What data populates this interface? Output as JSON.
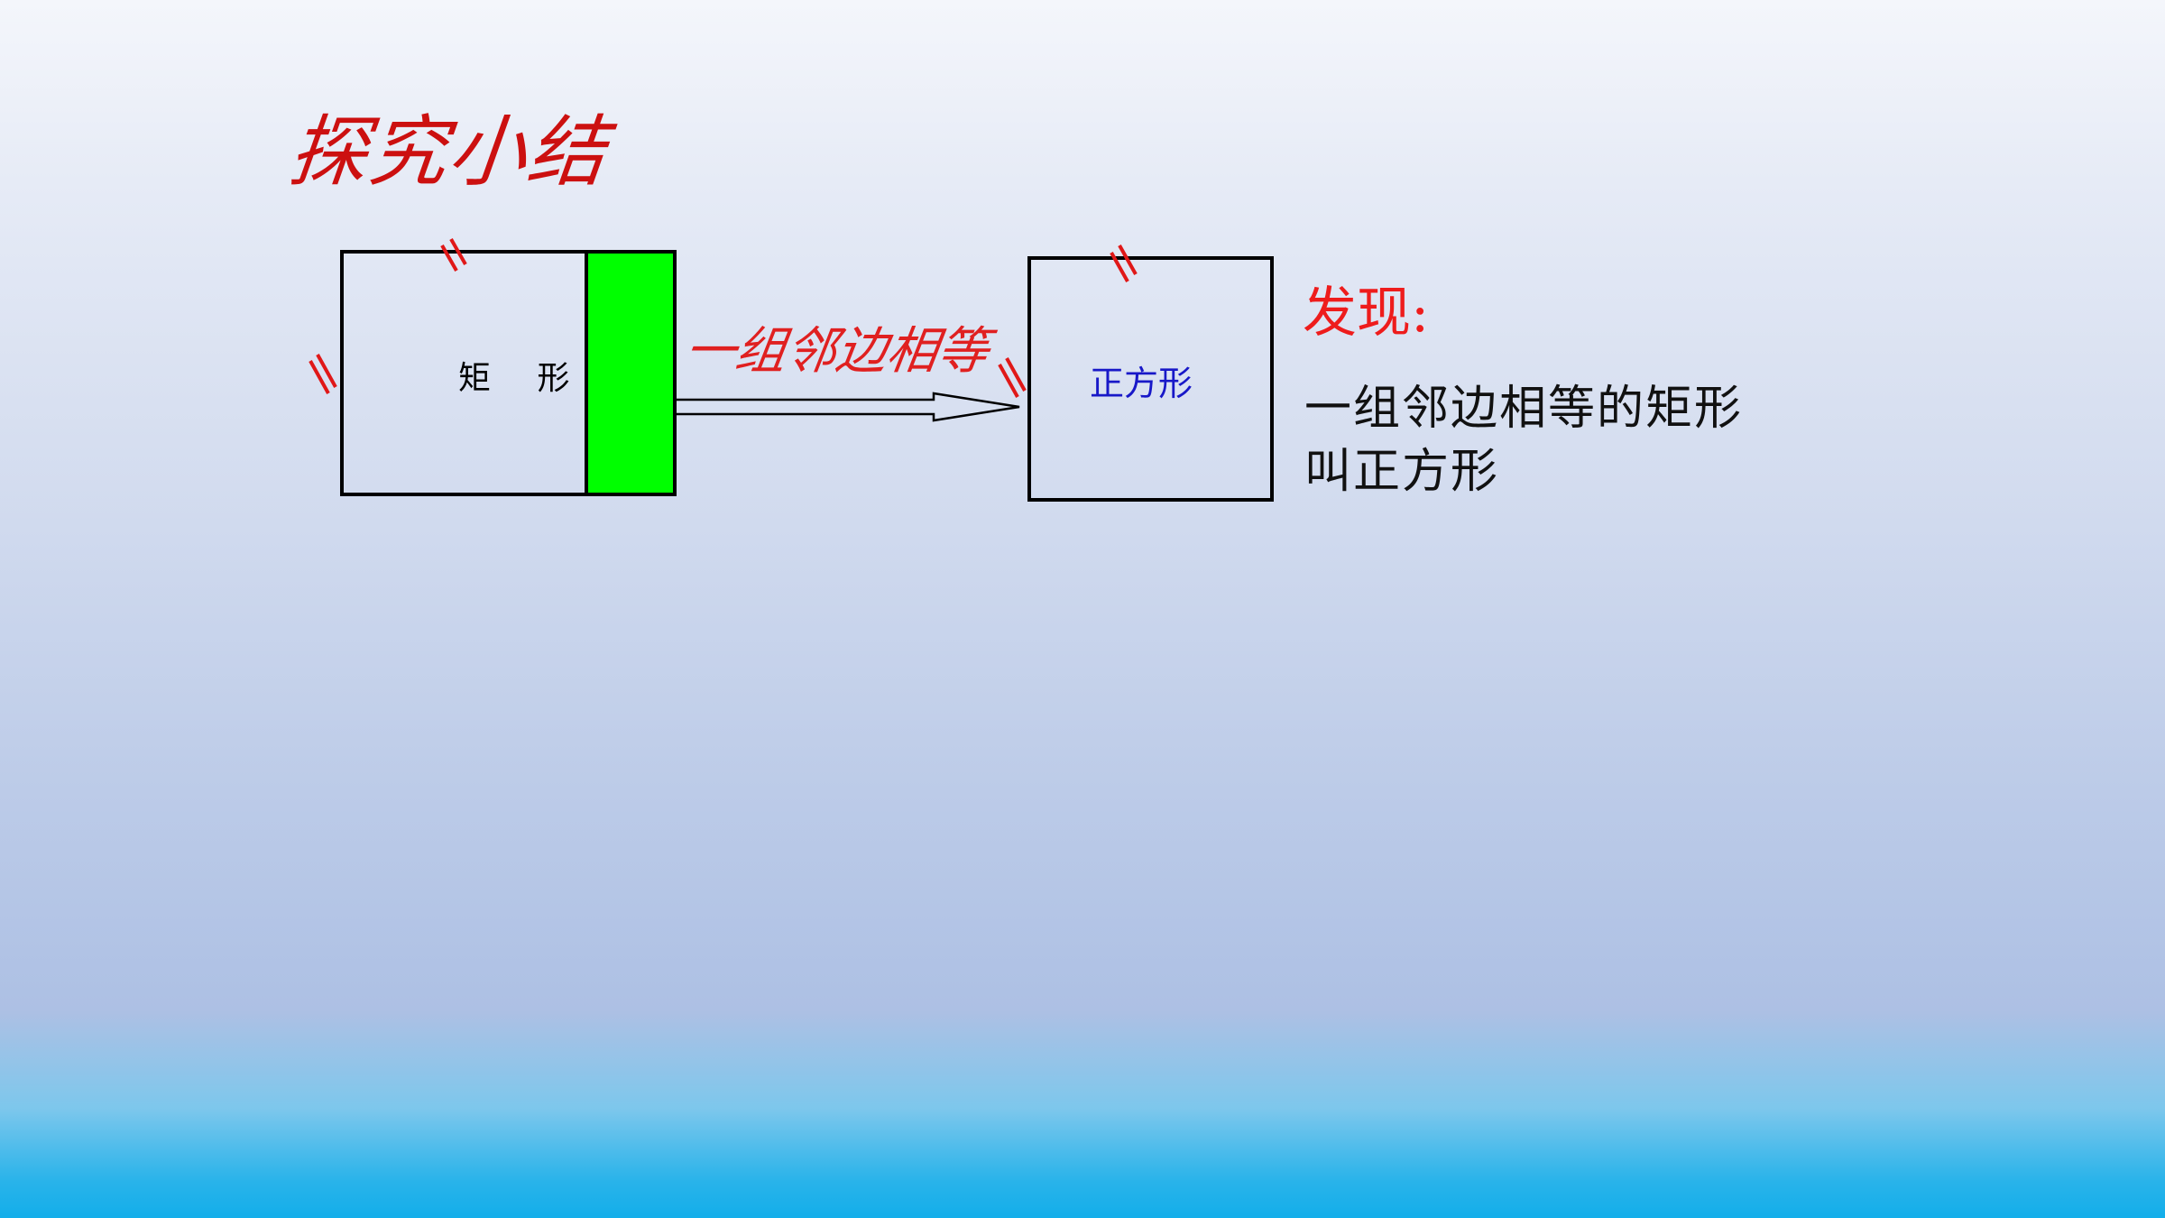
{
  "slide": {
    "title": "探究小结"
  },
  "diagram": {
    "rectangle_label": "矩 形",
    "square_label": "正方形",
    "arrow_label": "一组邻边相等",
    "accent_color": "#cc1010",
    "highlight_color": "#00ff00"
  },
  "finding": {
    "heading": "发现:",
    "line1": "一组邻边相等的矩形",
    "line2": "叫正方形"
  }
}
